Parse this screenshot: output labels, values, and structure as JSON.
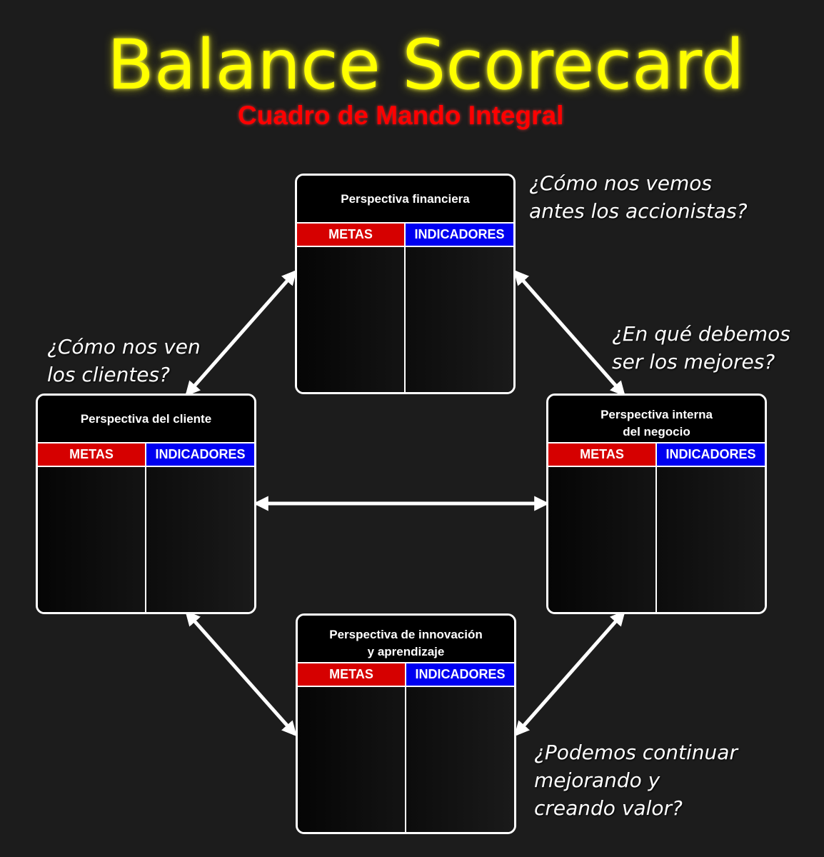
{
  "title": "Balance Scorecard",
  "subtitle": "Cuadro de Mando Integral",
  "colors": {
    "background": "#1c1c1c",
    "title": "#ffff00",
    "subtitle": "#ff0000",
    "metas": "#d60000",
    "indicadores": "#0000f0",
    "border": "#ffffff"
  },
  "questions": {
    "financiera": "¿Cómo nos vemos\nantes los accionistas?",
    "cliente": "¿Cómo nos ven\nlos clientes?",
    "interna": "¿En qué debemos\nser los mejores?",
    "innovacion": "¿Podemos continuar\nmejorando y\ncreando valor?"
  },
  "perspectives": {
    "financiera": {
      "title": "Perspectiva financiera",
      "metas": "METAS",
      "indicadores": "INDICADORES"
    },
    "cliente": {
      "title": "Perspectiva del cliente",
      "metas": "METAS",
      "indicadores": "INDICADORES"
    },
    "interna": {
      "title": "Perspectiva interna\ndel negocio",
      "metas": "METAS",
      "indicadores": "INDICADORES"
    },
    "innovacion": {
      "title": "Perspectiva de innovación\ny aprendizaje",
      "metas": "METAS",
      "indicadores": "INDICADORES"
    }
  }
}
